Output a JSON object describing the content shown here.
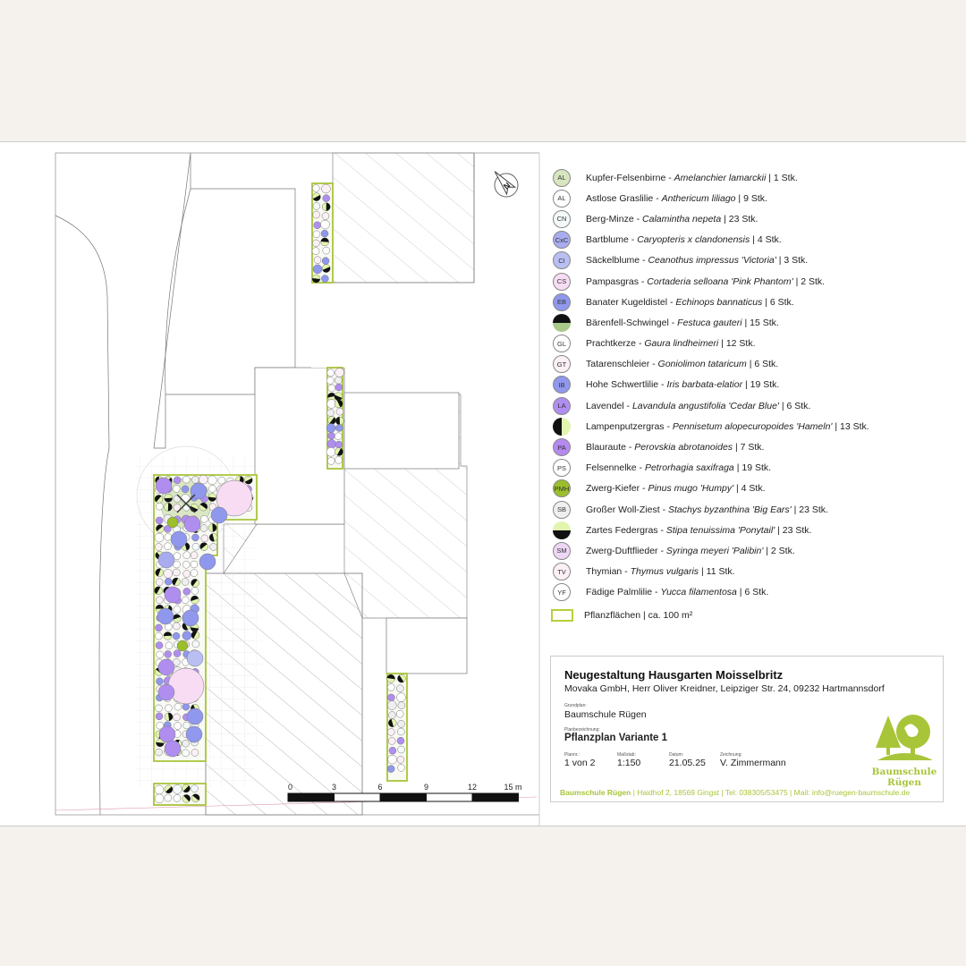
{
  "legend": {
    "items": [
      {
        "code": "AL",
        "common": "Kupfer-Felsenbirne",
        "latin": "Amelanchier lamarckii",
        "count": "| 1 Stk.",
        "fill": "#d7e6bf",
        "kind": "tree"
      },
      {
        "code": "AL",
        "common": "Astlose Graslilie",
        "latin": "Anthericum liliago",
        "count": "| 9 Stk.",
        "fill": "#ffffff"
      },
      {
        "code": "CN",
        "common": "Berg-Minze",
        "latin": "Calamintha nepeta",
        "count": "| 23 Stk.",
        "fill": "#f4fafa"
      },
      {
        "code": "CxC",
        "common": "Bartblume",
        "latin": "Caryopteris x clandonensis",
        "count": "| 4 Stk.",
        "fill": "#a8acef"
      },
      {
        "code": "CI",
        "common": "Säckelblume",
        "latin": "Ceanothus impressus 'Victoria'",
        "count": "| 3 Stk.",
        "fill": "#b9bff2"
      },
      {
        "code": "CS",
        "common": "Pampasgras",
        "latin": "Cortaderia selloana 'Pink Phantom'",
        "count": "| 2 Stk.",
        "fill": "#f7dcf3"
      },
      {
        "code": "EB",
        "common": "Banater Kugeldistel",
        "latin": "Echinops bannaticus",
        "count": "| 6 Stk.",
        "fill": "#8f98ec"
      },
      {
        "code": "",
        "common": "Bärenfell-Schwingel",
        "latin": "Festuca gauteri",
        "count": "| 15 Stk.",
        "fill": "half-top",
        "kind": "half-top"
      },
      {
        "code": "GL",
        "common": "Prachtkerze",
        "latin": "Gaura lindheimeri",
        "count": "| 12 Stk.",
        "fill": "#ffffff"
      },
      {
        "code": "GT",
        "common": "Tatarenschleier",
        "latin": "Goniolimon tataricum",
        "count": "| 6 Stk.",
        "fill": "#fbf0f6"
      },
      {
        "code": "IB",
        "common": "Hohe Schwertlilie",
        "latin": "Iris barbata-elatior",
        "count": "| 19 Stk.",
        "fill": "#8f98ec"
      },
      {
        "code": "LA",
        "common": "Lavendel",
        "latin": "Lavandula angustifolia 'Cedar Blue'",
        "count": "| 6 Stk.",
        "fill": "#b08ef0"
      },
      {
        "code": "",
        "common": "Lampenputzergras",
        "latin": "Pennisetum alopecuropoides 'Hameln'",
        "count": "| 13 Stk.",
        "fill": "half-left",
        "kind": "half-left"
      },
      {
        "code": "PA",
        "common": "Blauraute",
        "latin": "Perovskia abrotanoides",
        "count": "| 7 Stk.",
        "fill": "#b58af0"
      },
      {
        "code": "PS",
        "common": "Felsennelke",
        "latin": "Petrorhagia saxifraga",
        "count": "| 19 Stk.",
        "fill": "#ffffff"
      },
      {
        "code": "PMH",
        "common": "Zwerg-Kiefer",
        "latin": "Pinus mugo 'Humpy'",
        "count": "| 4 Stk.",
        "fill": "#9bbf2c"
      },
      {
        "code": "SB",
        "common": "Großer Woll-Ziest",
        "latin": "Stachys byzanthina 'Big Ears'",
        "count": "| 23 Stk.",
        "fill": "#efefef"
      },
      {
        "code": "",
        "common": "Zartes Federgras",
        "latin": "Stipa tenuissima 'Ponytail'",
        "count": "| 23 Stk.",
        "fill": "half-bottom",
        "kind": "half-bottom"
      },
      {
        "code": "SM",
        "common": "Zwerg-Duftflieder",
        "latin": "Syringa meyeri 'Palibin'",
        "count": "| 2 Stk.",
        "fill": "#eed6f6"
      },
      {
        "code": "TV",
        "common": "Thymian",
        "latin": "Thymus vulgaris",
        "count": "| 11 Stk.",
        "fill": "#fbf0f6"
      },
      {
        "code": "YF",
        "common": "Fädige Palmlilie",
        "latin": "Yucca filamentosa",
        "count": "| 6 Stk.",
        "fill": "#ffffff"
      }
    ],
    "area_label": "Pflanzflächen | ca. 100 m²"
  },
  "title_block": {
    "title": "Neugestaltung Hausgarten Moisselbritz",
    "client": "Movaka GmbH, Herr Oliver Kreidner, Leipziger Str. 24, 09232 Hartmannsdorf",
    "grundplan_label": "Grundplan:",
    "grundplan": "Baumschule Rügen",
    "planbez_label": "Planbezeichnung:",
    "planbez": "Pflanzplan Variante 1",
    "plannr_label": "Plannr.:",
    "plannr": "1 von 2",
    "massstab_label": "Maßstab:",
    "massstab": "1:150",
    "datum_label": "Datum:",
    "datum": "21.05.25",
    "zeichnung_label": "Zeichnung:",
    "zeichnung": "V. Zimmermann",
    "footer_company": "Baumschule Rügen",
    "footer_rest": " | Haidhof 2, 18569 Gingst | Tel: 038305/53475 | Mail: info@ruegen-baumschule.de",
    "logo_line1": "Baumschule",
    "logo_line2": "Rügen",
    "brand_color": "#a8c53a"
  },
  "scale_bar": {
    "ticks": [
      "0",
      "3",
      "6",
      "9",
      "12",
      "15 m"
    ]
  },
  "north_label": "N"
}
